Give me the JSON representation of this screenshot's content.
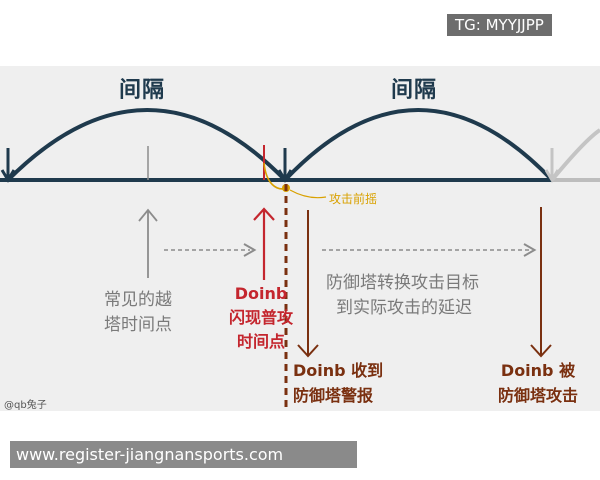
{
  "watermark_tag": "TG: MYYJJPP",
  "footer_url": "www.register-jiangnansports.com",
  "diagram": {
    "interval_label_1": "间隔",
    "interval_label_2": "间隔",
    "attack_windup_label": "攻击前摇",
    "common_dive_line1": "常见的越",
    "common_dive_line2": "塔时间点",
    "doinb_flash_line1": "Doinb",
    "doinb_flash_line2": "闪现普攻",
    "doinb_flash_line3": "时间点",
    "tower_delay_line1": "防御塔转换攻击目标",
    "tower_delay_line2": "到实际攻击的延迟",
    "doinb_alert_line1": "Doinb 收到",
    "doinb_alert_line2": "防御塔警报",
    "doinb_hit_line1": "Doinb 被",
    "doinb_hit_line2": "防御塔攻击",
    "credit": "@qb兔子"
  },
  "colors": {
    "arc": "#1f3a4d",
    "arrow_grey": "#8c8c8c",
    "red": "#c4262e",
    "brown": "#7a3010",
    "gold": "#d9a100",
    "panel_bg": "#efefef"
  }
}
